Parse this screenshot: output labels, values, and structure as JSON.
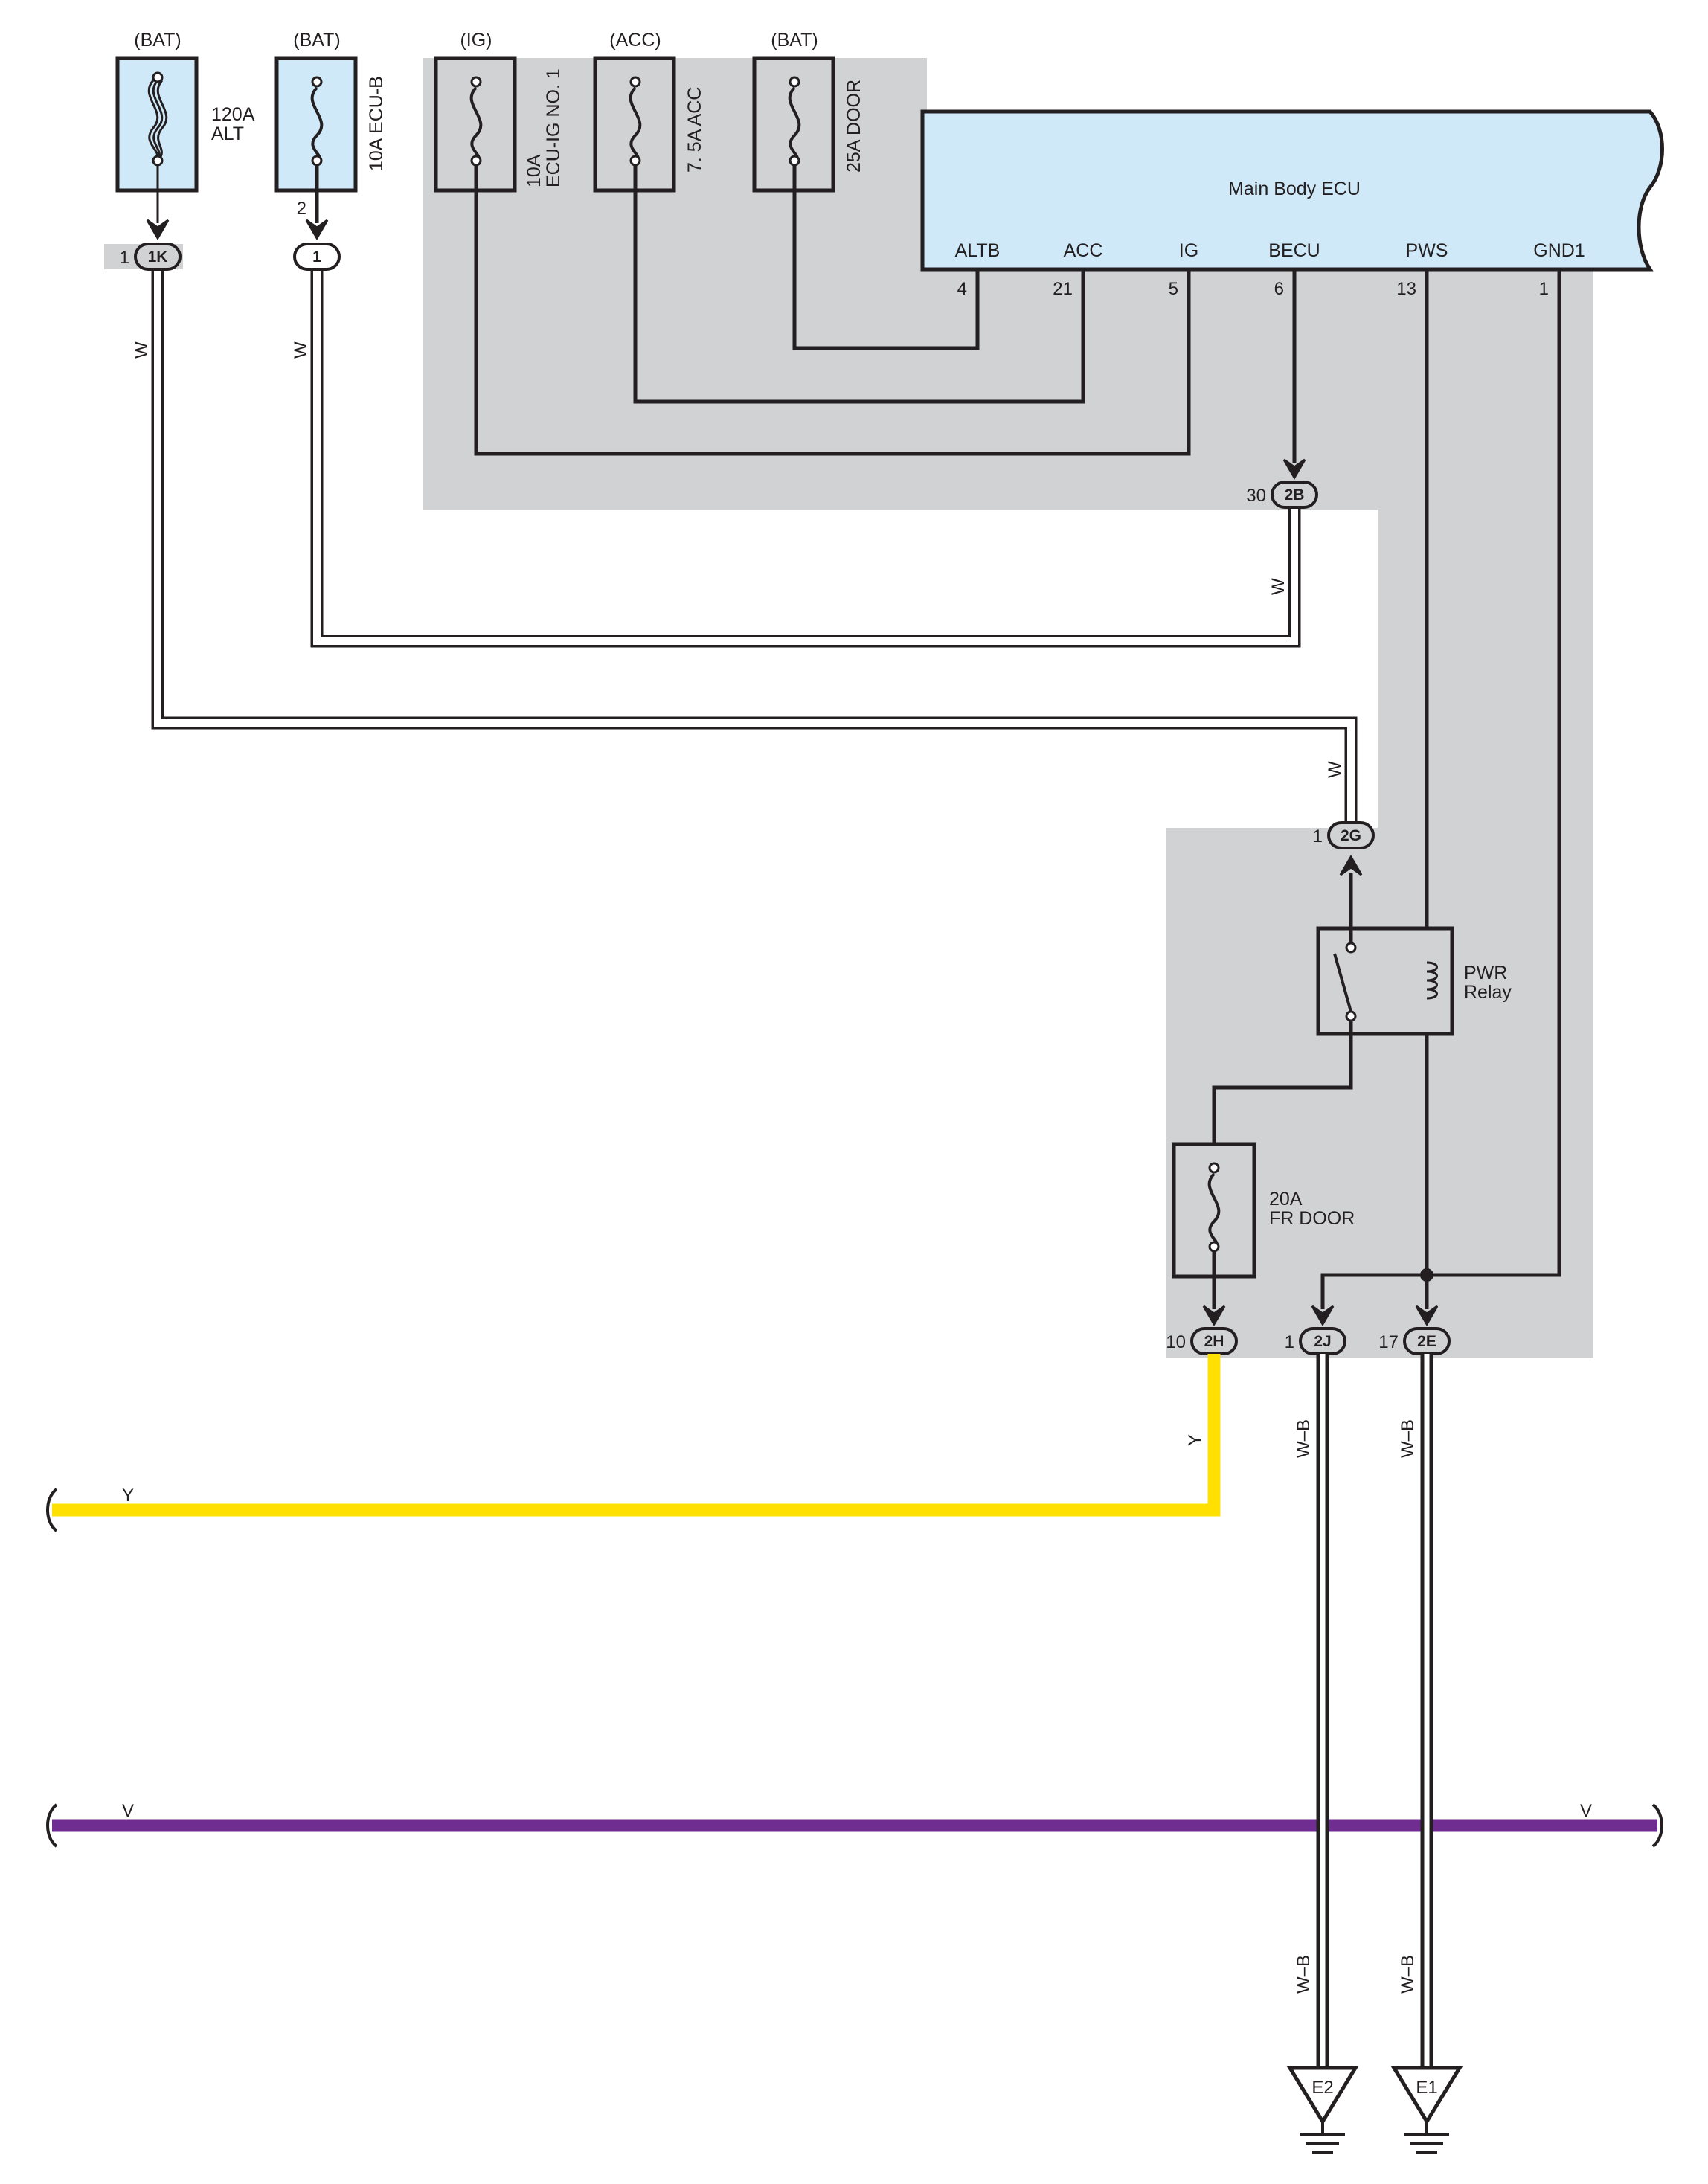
{
  "fuses": {
    "alt": {
      "source": "(BAT)",
      "rating": "120A",
      "name": "ALT"
    },
    "ecu_b": {
      "source": "(BAT)",
      "rating_name": "10A ECU-B"
    },
    "ecu_ig": {
      "source": "(IG)",
      "rating": "10A",
      "name": "ECU-IG NO. 1"
    },
    "acc": {
      "source": "(ACC)",
      "rating_name": "7. 5A ACC"
    },
    "door": {
      "source": "(BAT)",
      "rating_name": "25A DOOR"
    },
    "fr_door": {
      "rating": "20A",
      "name": "FR DOOR"
    }
  },
  "ecu": {
    "title": "Main Body ECU",
    "pins": [
      {
        "label": "ALTB",
        "number": "4"
      },
      {
        "label": "ACC",
        "number": "21"
      },
      {
        "label": "IG",
        "number": "5"
      },
      {
        "label": "BECU",
        "number": "6"
      },
      {
        "label": "PWS",
        "number": "13"
      },
      {
        "label": "GND1",
        "number": "1"
      }
    ]
  },
  "relay": {
    "name": "PWR",
    "suffix": "Relay"
  },
  "connectors": {
    "c1k": {
      "id": "1K",
      "pin": "1"
    },
    "c1": {
      "id": "1",
      "pin": "2"
    },
    "c2b": {
      "id": "2B",
      "pin": "30"
    },
    "c2g": {
      "id": "2G",
      "pin": "1"
    },
    "c2h": {
      "id": "2H",
      "pin": "10"
    },
    "c2j": {
      "id": "2J",
      "pin": "1"
    },
    "c2e": {
      "id": "2E",
      "pin": "17"
    }
  },
  "wire_colors": {
    "w": "W",
    "y": "Y",
    "v": "V",
    "wb": "W–B"
  },
  "grounds": {
    "e2": "E2",
    "e1": "E1"
  },
  "colors": {
    "fuse_fill": "#cfe9f8",
    "panel_gray": "#d1d2d4",
    "line": "#231f20",
    "wire_yellow": "#ffe000",
    "wire_violet": "#6f2c91"
  }
}
